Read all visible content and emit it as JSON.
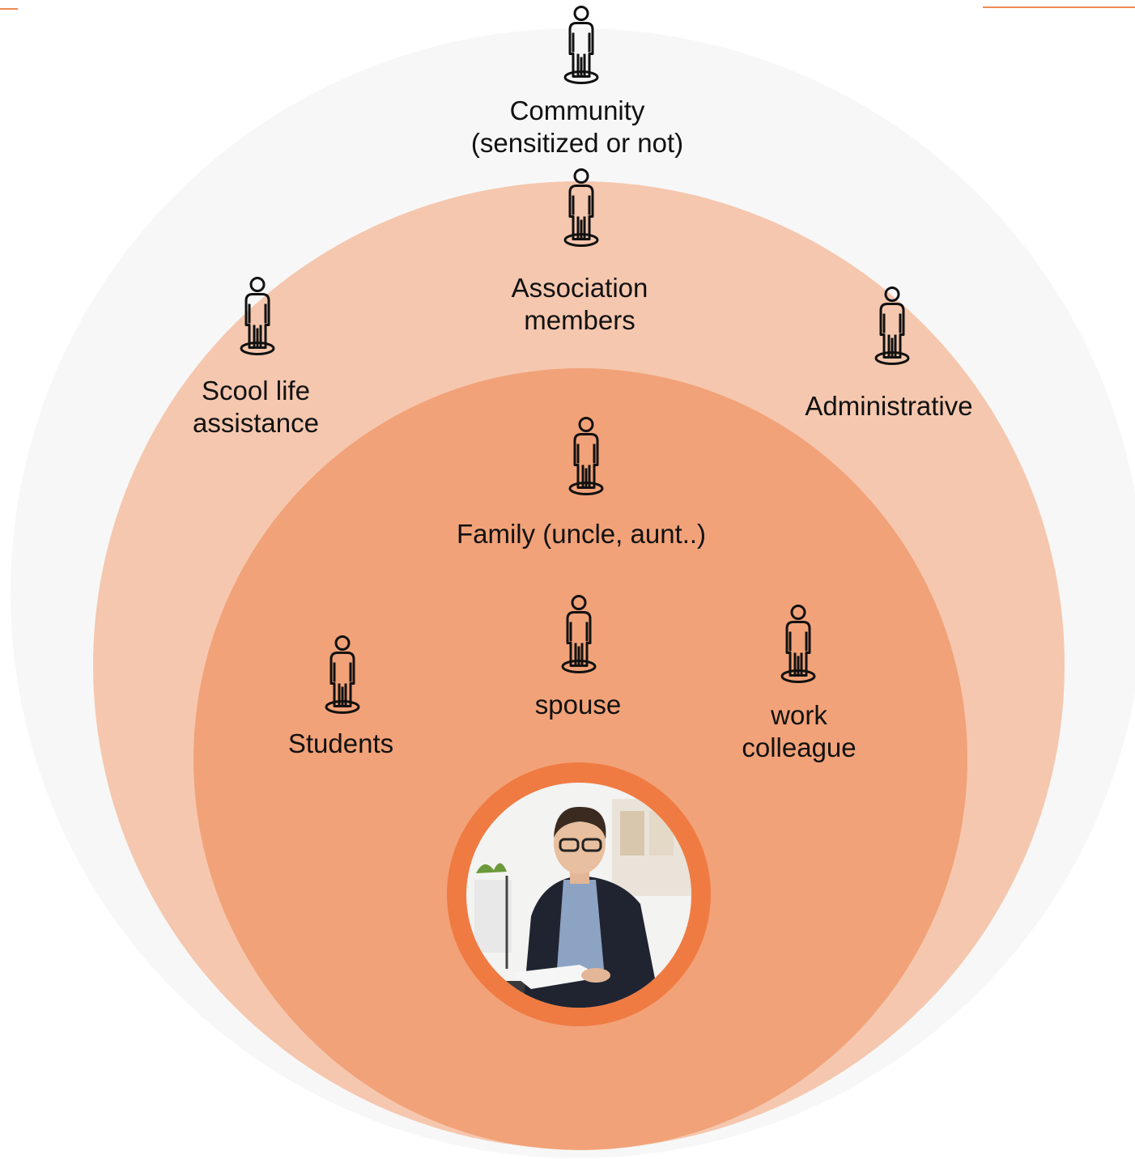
{
  "colors": {
    "outer_ring": "#f7f7f7",
    "middle_ring": "#f5c7ae",
    "inner_ring": "#f2a278",
    "center_ring": "#ef7b43",
    "accent_line": "#ee8a55",
    "icon_stroke": "#111111"
  },
  "rings": {
    "community": {
      "label_line1": "Community",
      "label_line2": "(sensitized or not)"
    },
    "association": {
      "label_line1": "Association",
      "label_line2": "members"
    },
    "school_life": {
      "label_line1": "Scool life",
      "label_line2": "assistance"
    },
    "administrative": {
      "label": "Administrative"
    },
    "family": {
      "label": "Family (uncle, aunt..)"
    },
    "students": {
      "label": "Students"
    },
    "spouse": {
      "label": "spouse"
    },
    "work_colleague": {
      "label_line1": "work",
      "label_line2": "colleague"
    }
  },
  "icons": {
    "person": "person-icon",
    "center": "photo-of-man-reading"
  }
}
